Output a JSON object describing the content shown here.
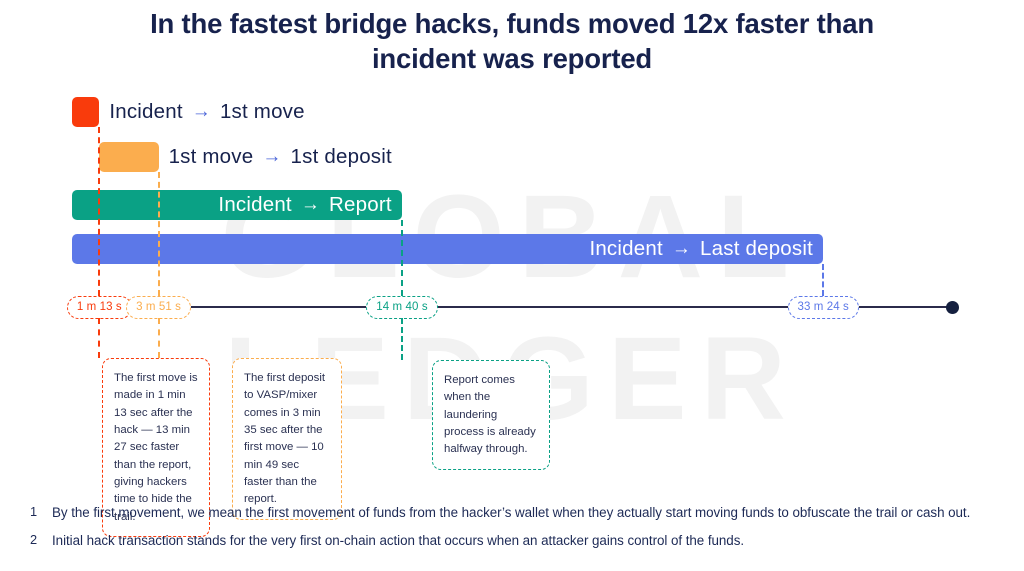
{
  "title": "In the fastest bridge hacks, funds moved 12x faster than incident was reported",
  "watermark": {
    "line1": "GLOBAL",
    "line2": "LEDGER"
  },
  "colors": {
    "red": "#F93B0C",
    "orange": "#FBAD4E",
    "teal": "#0AA185",
    "blue": "#5C78E8",
    "navy": "#17224D",
    "arrow": "#4A64D8",
    "axis": "#2B2B4B"
  },
  "chart_data": {
    "type": "bar",
    "orientation": "horizontal",
    "title": "In the fastest bridge hacks, funds moved 12x faster than incident was reported",
    "xlabel": "",
    "ylabel": "",
    "xunit": "minutes from incident",
    "xlim": [
      0,
      40
    ],
    "grid": false,
    "legend": "none",
    "categories": [
      "Incident → 1st move",
      "1st move → 1st deposit",
      "Incident → Report",
      "Incident → Last deposit"
    ],
    "bars": [
      {
        "label_start": "Incident",
        "label_end": "1st move",
        "arrow": "→",
        "color": "#F93B0C",
        "start_minutes": 0,
        "end_minutes": 1.2167,
        "duration_text": "1 m 13 s",
        "label_placement": "outside"
      },
      {
        "label_start": "1st move",
        "label_end": "1st deposit",
        "arrow": "→",
        "color": "#FBAD4E",
        "start_minutes": 1.2167,
        "end_minutes": 3.85,
        "duration_text": "3 m 51 s",
        "label_placement": "outside"
      },
      {
        "label_start": "Incident",
        "label_end": "Report",
        "arrow": "→",
        "color": "#0AA185",
        "start_minutes": 0,
        "end_minutes": 14.6667,
        "duration_text": "14 m 40 s",
        "label_placement": "inside"
      },
      {
        "label_start": "Incident",
        "label_end": "Last deposit",
        "arrow": "→",
        "color": "#5C78E8",
        "start_minutes": 0,
        "end_minutes": 33.4,
        "duration_text": "33 m 24 s",
        "label_placement": "inside"
      }
    ],
    "axis_ticks": [
      {
        "label": "1 m 13 s",
        "minutes": 1.2167,
        "color": "#F93B0C"
      },
      {
        "label": "3 m 51 s",
        "minutes": 3.85,
        "color": "#FBAD4E"
      },
      {
        "label": "14 m 40 s",
        "minutes": 14.6667,
        "color": "#0AA185"
      },
      {
        "label": "33 m 24 s",
        "minutes": 33.4,
        "color": "#5C78E8"
      }
    ],
    "annotations": [
      {
        "text": "The first move is made in 1 min 13 sec after the hack — 13 min 27 sec faster than the report, giving hackers time to hide the trail.",
        "color": "#F93B0C",
        "anchor_tick": "1 m 13 s"
      },
      {
        "text": "The first deposit to VASP/mixer comes in 3 min 35 sec after the first move — 10 min 49 sec faster than the report.",
        "color": "#FBAD4E",
        "anchor_tick": "3 m 51 s"
      },
      {
        "text": "Report comes when the laundering process is already halfway through.",
        "color": "#0AA185",
        "anchor_tick": "14 m 40 s"
      }
    ]
  },
  "footnotes": [
    {
      "num": "1",
      "text": "By the first movement, we mean the first movement of funds from the hacker’s wallet when they actually start moving funds to obfuscate the trail or cash out."
    },
    {
      "num": "2",
      "text": "Initial hack transaction stands for the very first on-chain action that occurs when an attacker gains control of the funds."
    }
  ]
}
